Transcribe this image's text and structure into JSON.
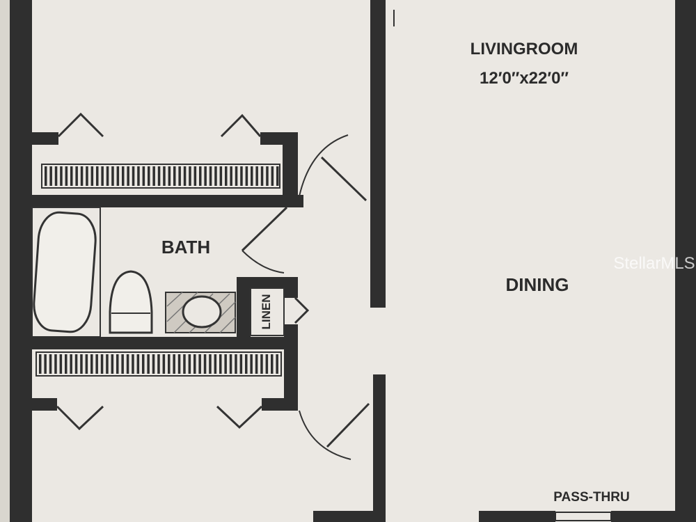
{
  "rooms": {
    "living": {
      "name": "LIVINGROOM",
      "size": "12′0″x22′0″"
    },
    "dining": {
      "name": "DINING"
    },
    "bath": {
      "name": "BATH"
    },
    "linen": {
      "name": "LINEN"
    },
    "pass_thru": {
      "name": "PASS-THRU"
    }
  },
  "watermark": "StellarMLS",
  "colors": {
    "paper": "#ebe8e3",
    "wall": "#2f2f2f",
    "line": "#333333"
  },
  "fixtures": [
    "bathtub",
    "toilet",
    "sink",
    "closet-shelves",
    "swing-doors"
  ]
}
